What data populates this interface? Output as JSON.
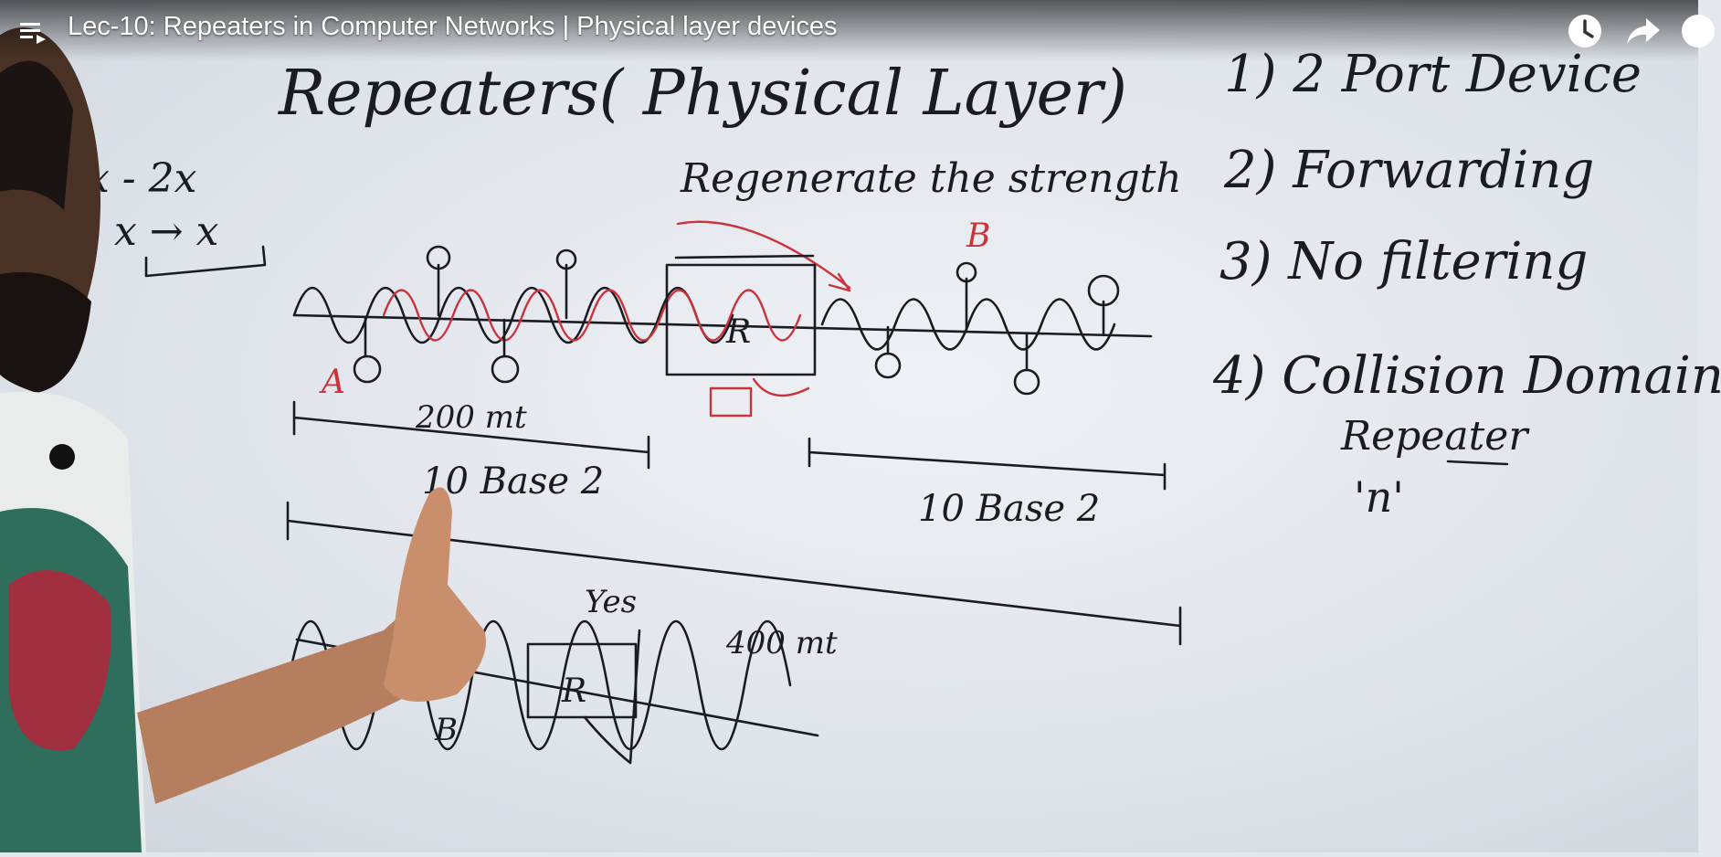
{
  "video": {
    "title": "Lec-10: Repeaters in Computer Networks | Physical layer devices",
    "accent_color": "#c9343c"
  },
  "controls": {
    "playlist_icon": "playlist-icon",
    "watch_later_icon": "clock-icon",
    "share_icon": "share-arrow-icon",
    "more_icon": "info-circle-icon"
  },
  "board": {
    "heading": "Repeaters( Physical Layer)",
    "annotation": "Regenerate the strength",
    "note_x1": "x - 2x",
    "note_x2": "x → x",
    "label_a": "A",
    "label_b": "B",
    "label_b_lower": "B",
    "repeater_r": "R",
    "repeater_r_lower": "R",
    "distance_200": "200 mt",
    "base_left": "10 Base 2",
    "base_right": "10 Base 2",
    "distance_400": "400 mt",
    "yes_note": "Yes",
    "list": [
      "1)  2 Port Device",
      "2)   Forwarding",
      "3)   No filtering",
      "4)  Collision Domain"
    ],
    "list_sub1": "Repeater",
    "list_sub2": "'n'"
  }
}
